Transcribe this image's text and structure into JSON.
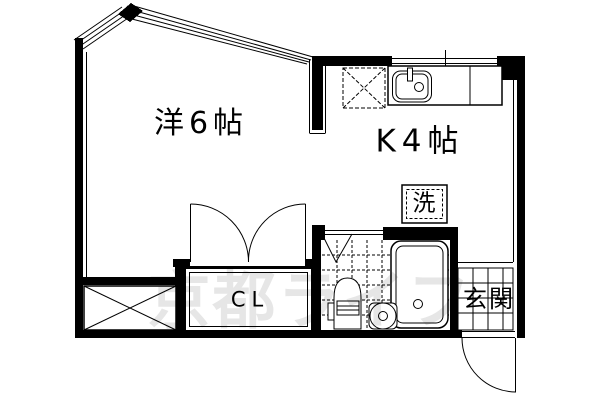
{
  "rooms": {
    "western_room": {
      "label": "洋6帖"
    },
    "kitchen": {
      "label": "K4帖"
    },
    "laundry": {
      "label": "洗"
    },
    "closet": {
      "label": "CL"
    },
    "entrance": {
      "label": "玄関"
    }
  },
  "watermark": {
    "text": "京都ライフ",
    "color": "#e6e6e6"
  },
  "colors": {
    "wall": "#000000",
    "background": "#ffffff"
  }
}
